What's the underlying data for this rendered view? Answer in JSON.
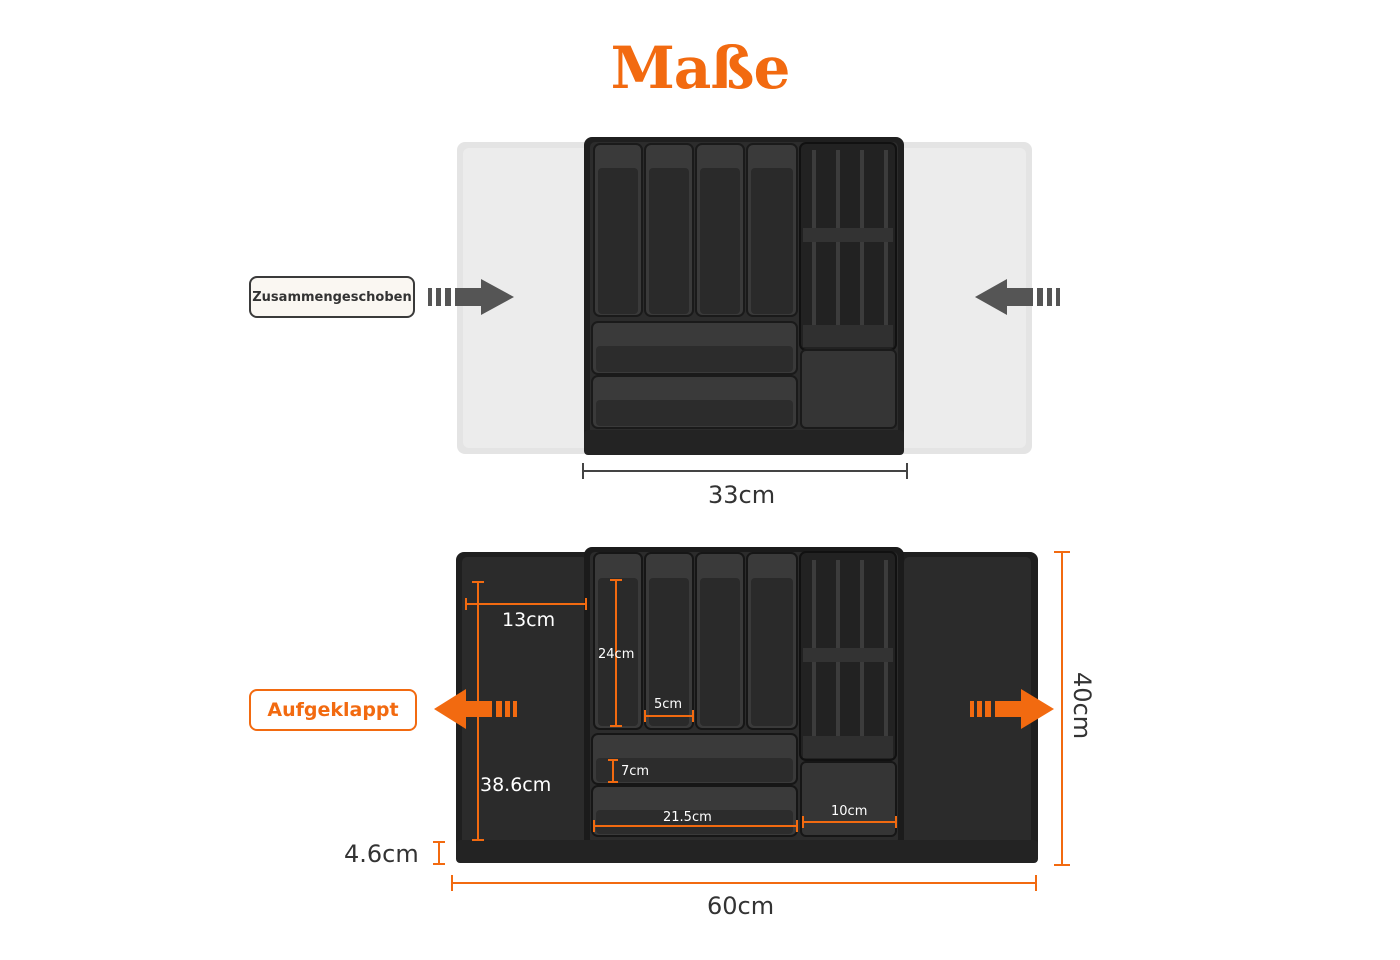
{
  "title": "Maße",
  "labels": {
    "collapsed": "Zusammengeschoben",
    "expanded": "Aufgeklappt"
  },
  "dimensions": {
    "collapsed_width": "33cm",
    "expanded_width": "60cm",
    "depth": "40cm",
    "height": "4.6cm",
    "side_width": "13cm",
    "side_length": "38.6cm",
    "slot_length": "24cm",
    "slot_width": "5cm",
    "tray_depth": "7cm",
    "tray_length": "21.5cm",
    "knife_width": "10cm"
  },
  "colors": {
    "accent": "#f26a10",
    "tray": "#2a2a2a",
    "ghost": "#e3e3e3"
  }
}
